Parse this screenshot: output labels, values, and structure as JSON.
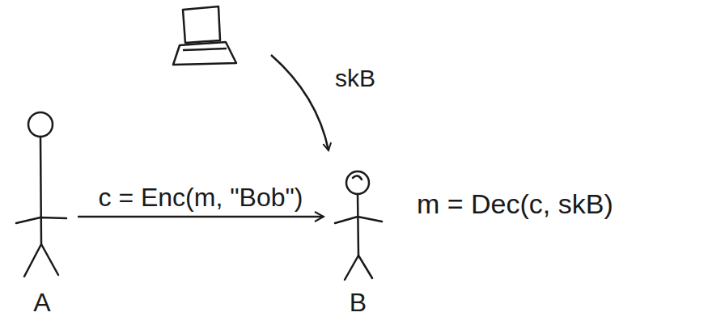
{
  "diagram": {
    "nodes": [
      {
        "text": [
          "A"
        ]
      },
      {
        "text": [
          "B"
        ]
      }
    ],
    "edges": [
      {
        "from": 0,
        "to": 1,
        "arrow": "to",
        "label": "c = Enc(m, \"Bob\")"
      }
    ],
    "labels": [
      "skB",
      "m = Dec(c, skB)"
    ]
  }
}
